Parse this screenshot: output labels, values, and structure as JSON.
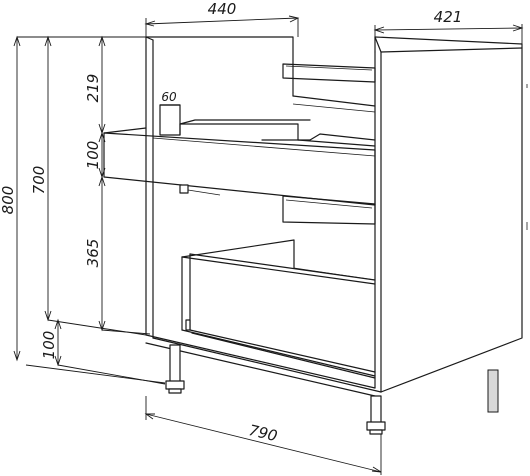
{
  "dimensions": {
    "top_width": "440",
    "side_depth": "421",
    "total_height": "800",
    "body_height": "700",
    "top_section": "219",
    "drawer_front": "100",
    "bottom_section": "365",
    "plinth": "100",
    "siphon_cutout": "60",
    "bottom_width": "790"
  }
}
